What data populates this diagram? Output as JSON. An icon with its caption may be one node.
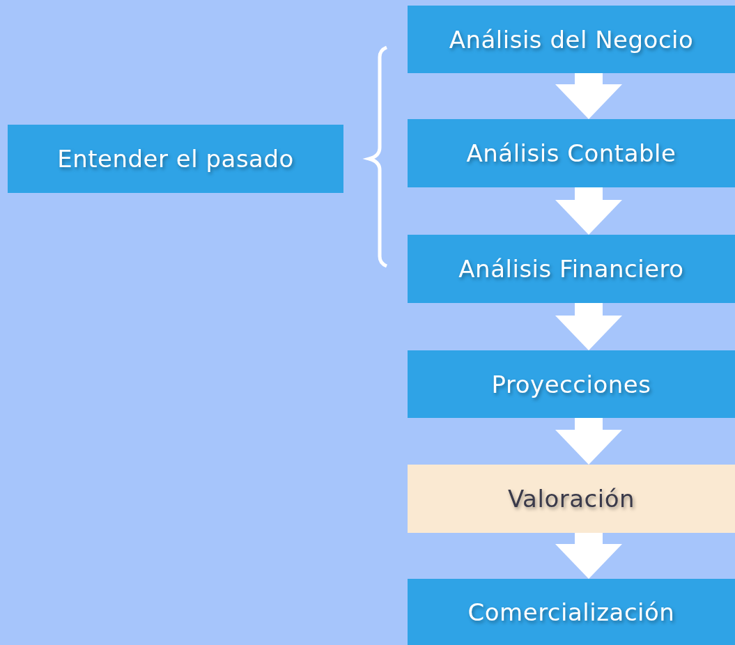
{
  "diagram": {
    "nodes": [
      {
        "text": [
          "Entender el pasado"
        ]
      },
      {
        "text": [
          "Análisis del Negocio"
        ]
      },
      {
        "text": [
          "Análisis Contable"
        ]
      },
      {
        "text": [
          "Análisis Financiero"
        ]
      },
      {
        "text": [
          "Proyecciones"
        ]
      },
      {
        "text": [
          "Valoración"
        ]
      },
      {
        "text": [
          "Comercialización"
        ]
      }
    ],
    "edges": [
      {
        "from": 1,
        "to": 2,
        "arrow": "to"
      },
      {
        "from": 2,
        "to": 3,
        "arrow": "to"
      },
      {
        "from": 3,
        "to": 4,
        "arrow": "to"
      },
      {
        "from": 4,
        "to": 5,
        "arrow": "to"
      },
      {
        "from": 5,
        "to": 6,
        "arrow": "to"
      }
    ]
  }
}
